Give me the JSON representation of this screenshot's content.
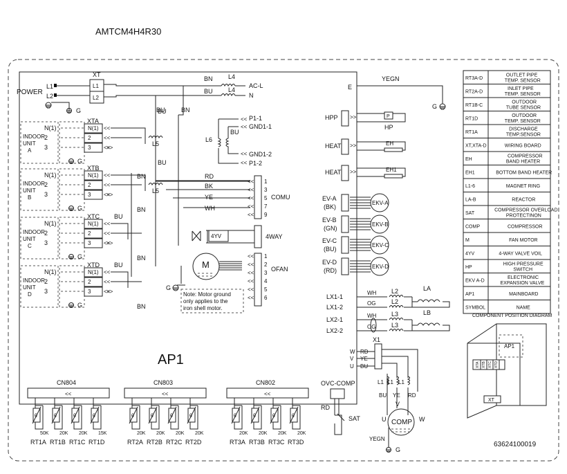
{
  "model": "AMTCM4H4R30",
  "board": "AP1",
  "doc_number": "63624100019",
  "power": {
    "label": "POWER",
    "terminal_block": "XT",
    "lines": [
      "L1",
      "L2"
    ],
    "line_labels": [
      "AC-L",
      "N"
    ],
    "wire_colors": [
      "BN",
      "BU"
    ],
    "ring_labels": [
      "L4",
      "L4"
    ],
    "ground": "G",
    "earth": "E",
    "earth_wire": "YEGN"
  },
  "indoor_units": [
    {
      "label": [
        "INDOOR",
        "UNIT",
        "A"
      ],
      "block": "XTA",
      "terms": [
        "N(1)",
        "2",
        "3"
      ],
      "wires": [
        "BU",
        "BN"
      ],
      "ring": "L5"
    },
    {
      "label": [
        "INDOOR",
        "UNIT",
        "B"
      ],
      "block": "XTB",
      "terms": [
        "N(1)",
        "2",
        "3"
      ],
      "wires": [
        "BU",
        "BN"
      ],
      "ring": "L5"
    },
    {
      "label": [
        "INDOOR",
        "UNIT",
        "C"
      ],
      "block": "XTC",
      "terms": [
        "N(1)",
        "2",
        "3"
      ],
      "wires": [
        "BU",
        "BN"
      ],
      "ring": ""
    },
    {
      "label": [
        "INDOOR",
        "UNIT",
        "D"
      ],
      "block": "XTD",
      "terms": [
        "N(1)",
        "2",
        "3"
      ],
      "wires": [
        "BU",
        "BN"
      ],
      "ring": ""
    }
  ],
  "reactor_section": {
    "pins": [
      "P1-1",
      "GND1-1",
      "GND1-2",
      "P1-2"
    ],
    "coil": "L6",
    "wire": "BU",
    "wire2": "BN"
  },
  "comu": {
    "label": "COMU",
    "pins": [
      "1",
      "3",
      "5",
      "7",
      "9"
    ],
    "wires": [
      "RD",
      "BK",
      "YE",
      "WH"
    ]
  },
  "fourway": {
    "label": "4WAY",
    "coil": "4YV"
  },
  "ofan": {
    "label": "OFAN",
    "pins": [
      "1",
      "2",
      "3",
      "4",
      "5",
      "6"
    ],
    "motor": "M",
    "note": [
      "Note: Motor ground",
      "only applies to the",
      "iron shell motor."
    ],
    "ground": "G"
  },
  "right_loads": [
    {
      "name": "HPP",
      "device": "HP",
      "marker": "P"
    },
    {
      "name": "HEAT",
      "device": "EH"
    },
    {
      "name": "HEAT1",
      "device": "EH1"
    }
  ],
  "evs": [
    {
      "name": "EV-A",
      "color": "(BK)",
      "device": "EKV-A"
    },
    {
      "name": "EV-B",
      "color": "(GN)",
      "device": "EKV-B"
    },
    {
      "name": "EV-C",
      "color": "(BU)",
      "device": "EKV-C"
    },
    {
      "name": "EV-D",
      "color": "(RD)",
      "device": "EKV-D"
    }
  ],
  "lx": {
    "terms": [
      "LX1-1",
      "LX1-2",
      "LX2-1",
      "LX2-2"
    ],
    "wires": [
      "WH",
      "OG",
      "WH",
      "OG"
    ],
    "rings": [
      "L2",
      "L2",
      "L3",
      "L3"
    ],
    "reactors": [
      "LA",
      "LB"
    ]
  },
  "compressor": {
    "block": "X1",
    "phases": [
      "W",
      "V",
      "U"
    ],
    "wires": [
      "RD",
      "YE",
      "BU"
    ],
    "rings": [
      "L1",
      "L1",
      "L1"
    ],
    "bottom_wires": [
      "BU",
      "YE",
      "RD"
    ],
    "label": "COMP",
    "terminals": [
      "U",
      "V",
      "W"
    ],
    "ground_wire": "YEGN",
    "ground": "G"
  },
  "ovc": {
    "label": "OVC-COMP",
    "wire": "RD",
    "switch": "SAT"
  },
  "connectors": [
    {
      "name": "CN804",
      "sensors": [
        "RT1A",
        "RT1B",
        "RT1C",
        "RT1D"
      ],
      "values": [
        "50K",
        "20K",
        "20K",
        "15K"
      ]
    },
    {
      "name": "CN803",
      "sensors": [
        "RT2A",
        "RT2B",
        "RT2C",
        "RT2D"
      ],
      "values": [
        "20K",
        "20K",
        "20K",
        "20K"
      ]
    },
    {
      "name": "CN802",
      "sensors": [
        "RT3A",
        "RT3B",
        "RT3C",
        "RT3D"
      ],
      "values": [
        "20K",
        "20K",
        "20K",
        "20K"
      ]
    }
  ],
  "legend": [
    {
      "sym": "RT3A-D",
      "desc": [
        "OUTLET PIPE",
        "TEMP. SENSOR"
      ]
    },
    {
      "sym": "RT2A-D",
      "desc": [
        "INLET PIPE",
        "TEMP. SENSOR"
      ]
    },
    {
      "sym": "RT1B-C",
      "desc": [
        "OUTDOOR",
        "TUBE SENSOR"
      ]
    },
    {
      "sym": "RT1D",
      "desc": [
        "OUTDOOR",
        "TEMP. SENSOR"
      ]
    },
    {
      "sym": "RT1A",
      "desc": [
        "DISCHARGE",
        "TEMP.SENSOR"
      ]
    },
    {
      "sym": "XT,XTA-D",
      "desc": [
        "WIRING BOARD"
      ]
    },
    {
      "sym": "EH",
      "desc": [
        "COMPRESSOR",
        "BAND HEATER"
      ]
    },
    {
      "sym": "EH1",
      "desc": [
        "BOTTOM BAND HEATER"
      ]
    },
    {
      "sym": "L1-6",
      "desc": [
        "MAGNET RING"
      ]
    },
    {
      "sym": "LA-B",
      "desc": [
        "REACTOR"
      ]
    },
    {
      "sym": "SAT",
      "desc": [
        "COMPRESSOR OVERLOAD",
        "PROTECTINON"
      ]
    },
    {
      "sym": "COMP",
      "desc": [
        "COMPRESSOR"
      ]
    },
    {
      "sym": "M",
      "desc": [
        "FAN MOTOR"
      ]
    },
    {
      "sym": "4YV",
      "desc": [
        "4-WAY VALVE VOIL"
      ]
    },
    {
      "sym": "HP",
      "desc": [
        "HIGH PRESSURE",
        "SWITCH"
      ]
    },
    {
      "sym": "EKV A-D",
      "desc": [
        "ELECTRONIC",
        "EXPANSION VALVE"
      ]
    },
    {
      "sym": "AP1",
      "desc": [
        "MAINBOARD"
      ]
    },
    {
      "sym": "SYMBOL",
      "desc": [
        "NAME"
      ]
    }
  ],
  "position_diagram": {
    "title": "COMPONENT POSITION DIAGRAM",
    "board": "AP1",
    "block": "XT",
    "mini_labels": [
      "XTA",
      "XTB",
      "XTC",
      "XTD"
    ]
  }
}
